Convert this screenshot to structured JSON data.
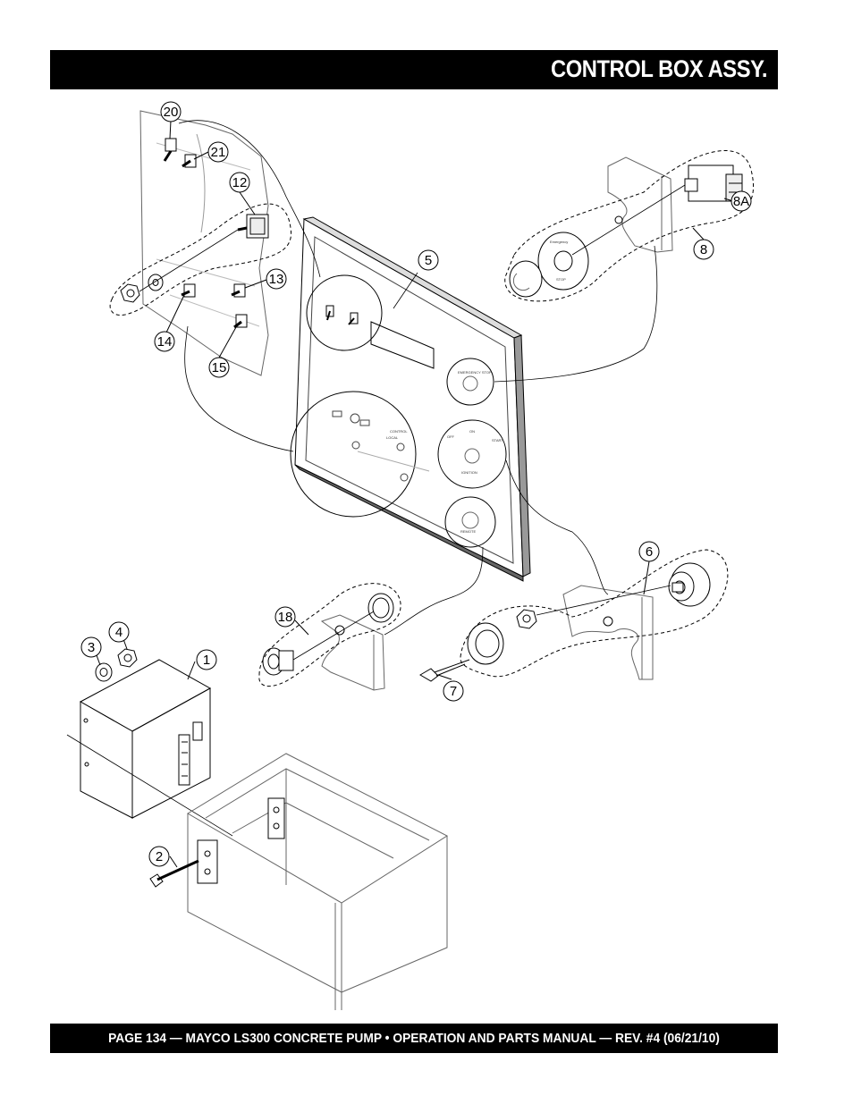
{
  "header": {
    "title": "CONTROL BOX ASSY."
  },
  "footer": {
    "text": "PAGE 134 — MAYCO LS300 CONCRETE PUMP • OPERATION AND PARTS MANUAL — REV. #4 (06/21/10)"
  },
  "callouts": {
    "c1": "1",
    "c2": "2",
    "c3": "3",
    "c4": "4",
    "c5": "5",
    "c6": "6",
    "c7": "7",
    "c8": "8",
    "c8a": "8A",
    "c12": "12",
    "c13": "13",
    "c14": "14",
    "c15": "15",
    "c18": "18",
    "c20": "20",
    "c21": "21"
  },
  "panel_labels": {
    "emergency_stop": "EMERGENCY STOP",
    "ignition": "IGNITION",
    "off": "OFF",
    "on": "ON",
    "start": "START",
    "remote": "REMOTE",
    "control": "CONTROL",
    "local": "LOCAL",
    "emergency_button": "Emergency",
    "stop_button": "STOP"
  }
}
